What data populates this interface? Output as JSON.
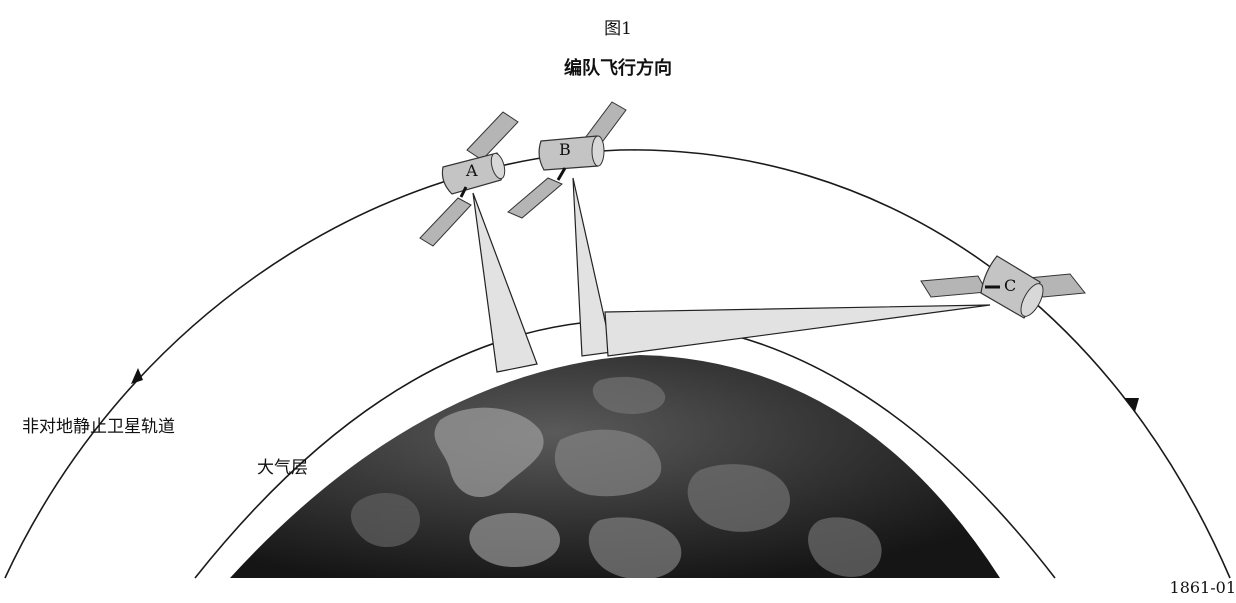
{
  "figure": {
    "label": "图1",
    "title": "编队飞行方向"
  },
  "labels": {
    "orbit": "非对地静止卫星轨道",
    "atmosphere": "大气层",
    "reference": "1861-01"
  },
  "satellites": [
    {
      "id": "A"
    },
    {
      "id": "B"
    },
    {
      "id": "C"
    }
  ],
  "colors": {
    "earth": "#2a2a2a",
    "panel": "#b3b3b3",
    "beam": "#dedede",
    "line": "#1a1a1a"
  }
}
